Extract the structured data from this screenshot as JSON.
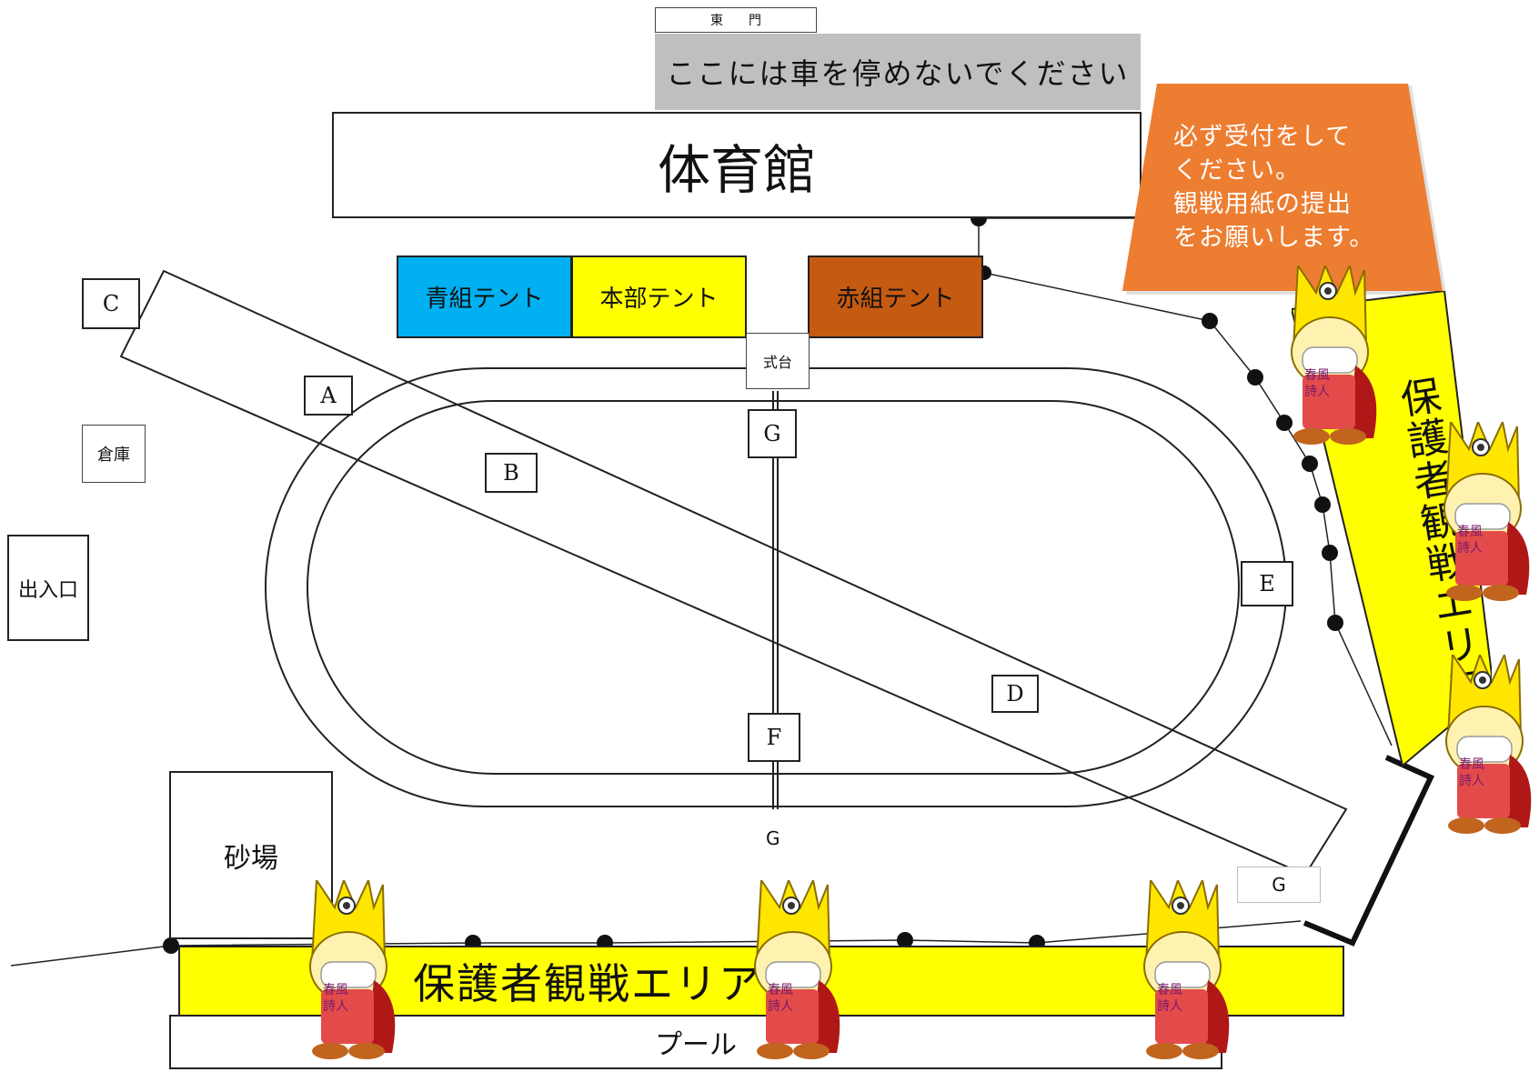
{
  "east_gate": "東　　門",
  "no_parking": "ここには車を停めないでください",
  "gym": "体育館",
  "tents": {
    "blue": "青組テント",
    "hq": "本部テント",
    "red": "赤組テント"
  },
  "podium": "式台",
  "reception_notice": [
    "必ず受付をして",
    "ください。",
    "観戦用紙の提出",
    "をお願いします。"
  ],
  "storage": "倉庫",
  "entrance": "出入口",
  "sandpit": "砂場",
  "pool": "プール",
  "guardian_area_bottom": "保護者観戦エリア",
  "guardian_area_right": "保護者観戦エリア",
  "markers": {
    "a": "A",
    "b": "B",
    "c": "C",
    "d": "D",
    "e": "E",
    "f": "F",
    "g_top": "G",
    "g_mid": "G",
    "g_bottom": "G"
  },
  "mascot_text": [
    "春",
    "風",
    "詩",
    "人"
  ],
  "colors": {
    "blue_tent": "#00b0f0",
    "hq_tent": "#ffff00",
    "red_tent": "#c55a11",
    "notice": "#ed7d31",
    "guardian_area": "#ffff00",
    "no_parking": "#bfbfbf"
  }
}
